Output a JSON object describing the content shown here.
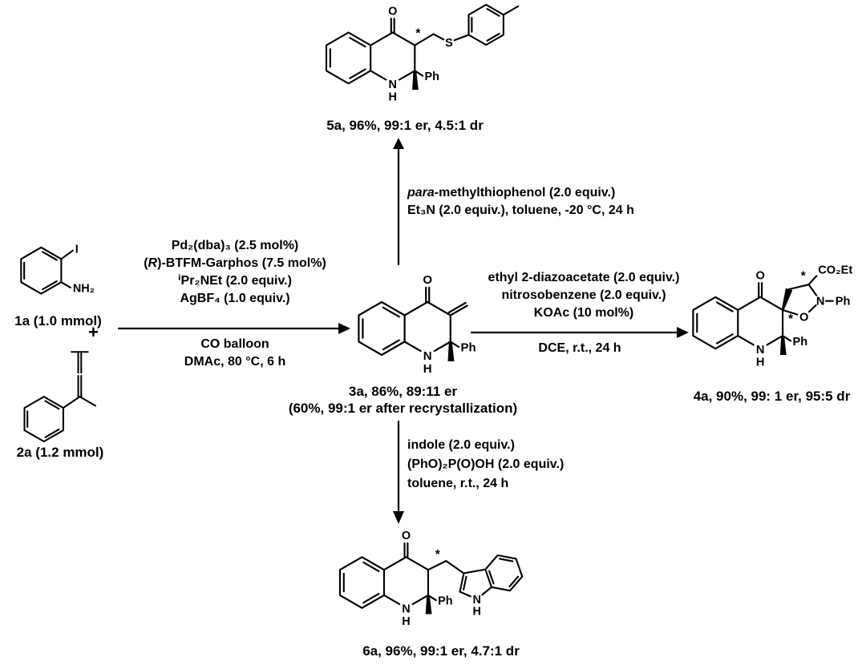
{
  "captions": {
    "c1a": "1a (1.0 mmol)",
    "c2a": "2a (1.2 mmol)",
    "c3a_line1": "3a, 86%, 89:11 er",
    "c3a_line2": "(60%, 99:1 er after recrystallization)",
    "c4a": "4a, 90%, 99: 1 er, 95:5 dr",
    "c5a": "5a, 96%, 99:1 er, 4.5:1 dr",
    "c6a": "6a, 96%, 99:1 er, 4.7:1 dr",
    "plus": "+"
  },
  "reagents": {
    "main_above_1": "Pd₂(dba)₃ (2.5 mol%)",
    "main_above_2_pre": "(",
    "main_above_2_it": "R",
    "main_above_2_post": ")-BTFM-Garphos (7.5 mol%)",
    "main_above_3": "ⁱPr₂NEt (2.0 equiv.)",
    "main_above_4": "AgBF₄ (1.0 equiv.)",
    "main_below_1": "CO balloon",
    "main_below_2": "DMAc, 80 °C, 6 h",
    "up_1_it": "para",
    "up_1_rest": "-methylthiophenol (2.0 equiv.)",
    "up_2": "Et₃N (2.0 equiv.), toluene, -20 °C, 24 h",
    "right_1": "ethyl 2-diazoacetate (2.0 equiv.)",
    "right_2": "nitrosobenzene (2.0 equiv.)",
    "right_3": "KOAc (10 mol%)",
    "right_below": "DCE, r.t., 24 h",
    "down_1": "indole (2.0 equiv.)",
    "down_2": "(PhO)₂P(O)OH (2.0 equiv.)",
    "down_3": "toluene, r.t., 24 h"
  },
  "atoms": {
    "o": "O",
    "n": "N",
    "h": "H",
    "s": "S",
    "ph": "Ph",
    "i": "I",
    "nh2": "NH₂",
    "ester": "CO₂Et",
    "star": "*"
  }
}
